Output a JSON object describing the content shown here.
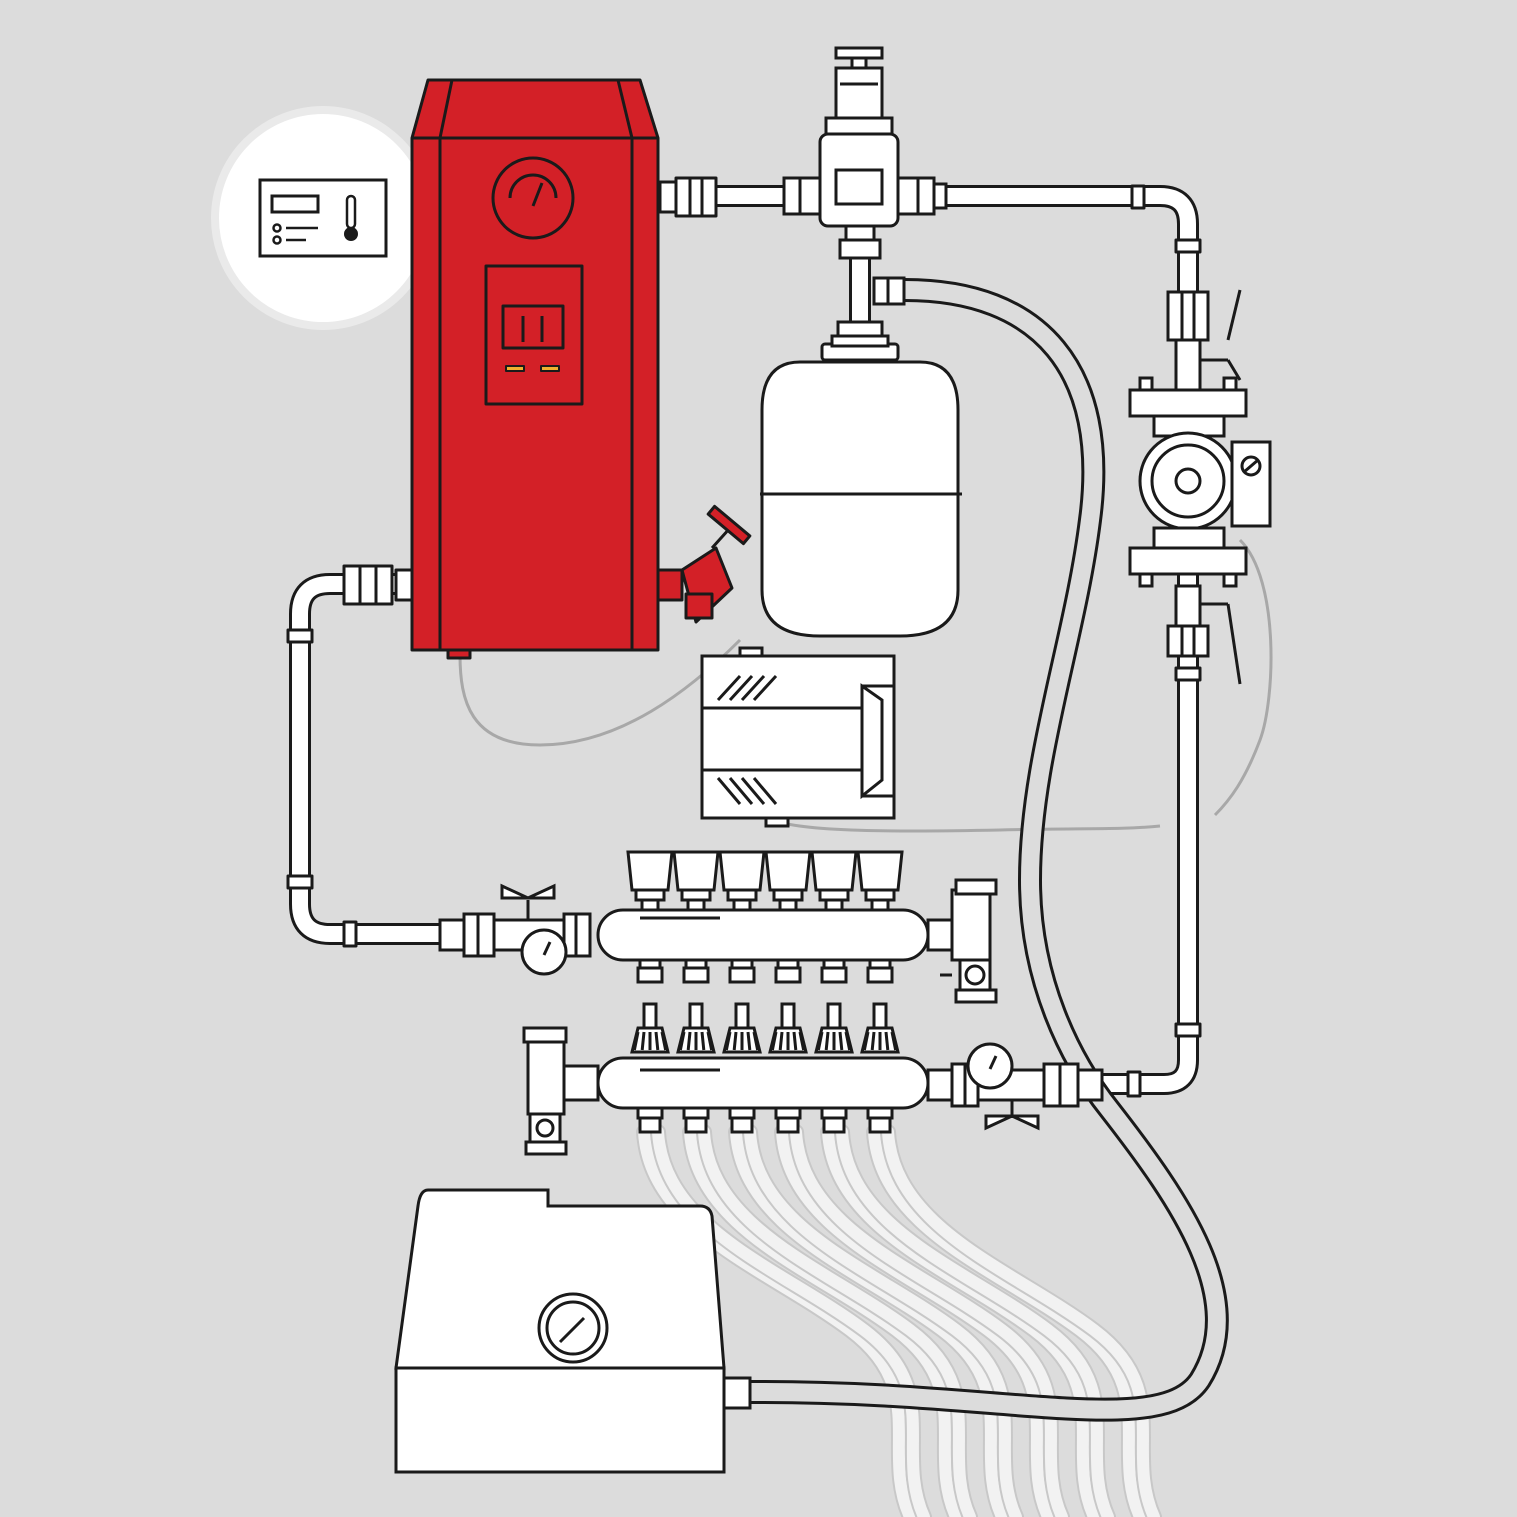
{
  "diagram": {
    "type": "underfloor-heating-schematic",
    "colors": {
      "background": "#dcdcdc",
      "boiler": "#d32027",
      "outline": "#1a1a1a",
      "fill": "#ffffff",
      "hose_gray": "#a8a8a8",
      "thermostat_halo": "#ececec",
      "indicator": "#f0b030"
    },
    "manifold_loops": 6,
    "components": [
      {
        "id": "room-thermostat",
        "icon": "thermometer-icon"
      },
      {
        "id": "electric-boiler",
        "icon": "pressure-gauge-icon"
      },
      {
        "id": "safety-group",
        "icon": "air-vent-icon"
      },
      {
        "id": "expansion-tank",
        "icon": "vessel-icon"
      },
      {
        "id": "circulation-pump",
        "icon": "pump-icon"
      },
      {
        "id": "control-box",
        "icon": "junction-box-icon"
      },
      {
        "id": "supply-manifold",
        "icon": "flow-meter-icon"
      },
      {
        "id": "return-manifold",
        "icon": "valve-icon"
      },
      {
        "id": "pressure-test-pump",
        "icon": "gauge-icon"
      }
    ]
  }
}
